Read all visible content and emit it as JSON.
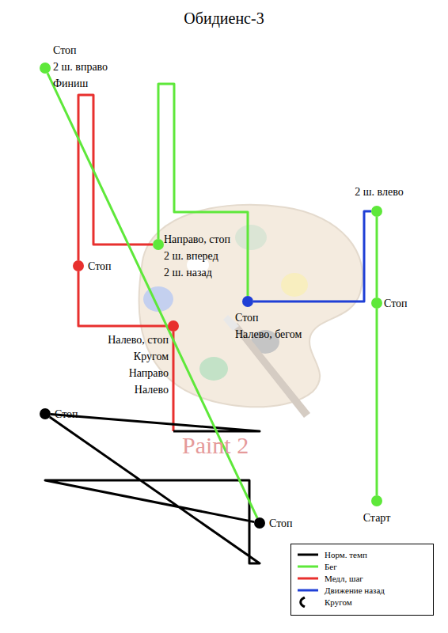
{
  "diagram": {
    "title": "Обидиенс-3",
    "nodes": [
      {
        "text": [
          "Старт"
        ]
      },
      {
        "text": [
          "Стоп"
        ]
      },
      {
        "text": [
          "2 ш. влево"
        ]
      },
      {
        "text": [
          "Стоп",
          "Налево, бегом"
        ]
      },
      {
        "text": [
          "Направо, стоп",
          "2 ш. вперед",
          "2 ш. назад"
        ]
      },
      {
        "text": [
          "Стоп"
        ]
      },
      {
        "text": [
          "Налево, стоп",
          "Кругом",
          "Направо",
          "Налево"
        ]
      },
      {
        "text": [
          "Стоп"
        ]
      },
      {
        "text": [
          "Стоп"
        ]
      },
      {
        "text": [
          "Стоп",
          "2 ш. вправо",
          "Финиш"
        ]
      }
    ],
    "edges": [
      {
        "from": 0,
        "to": 1,
        "arrow": "none"
      },
      {
        "from": 1,
        "to": 2,
        "arrow": "none"
      },
      {
        "from": 2,
        "to": 3,
        "arrow": "none"
      },
      {
        "from": 3,
        "to": 4,
        "arrow": "none"
      },
      {
        "from": 4,
        "to": 5,
        "arrow": "none"
      },
      {
        "from": 5,
        "to": 6,
        "arrow": "none"
      },
      {
        "from": 6,
        "to": 7,
        "arrow": "none"
      },
      {
        "from": 7,
        "to": 8,
        "arrow": "none"
      },
      {
        "from": 8,
        "to": 9,
        "arrow": "none"
      }
    ],
    "labels": [
      "Paint 2"
    ],
    "legend": [
      {
        "text": "Норм. темп"
      },
      {
        "text": "Бег"
      },
      {
        "text": "Медл, шаг"
      },
      {
        "text": "Движение назад"
      },
      {
        "text": "Кругом"
      }
    ]
  }
}
